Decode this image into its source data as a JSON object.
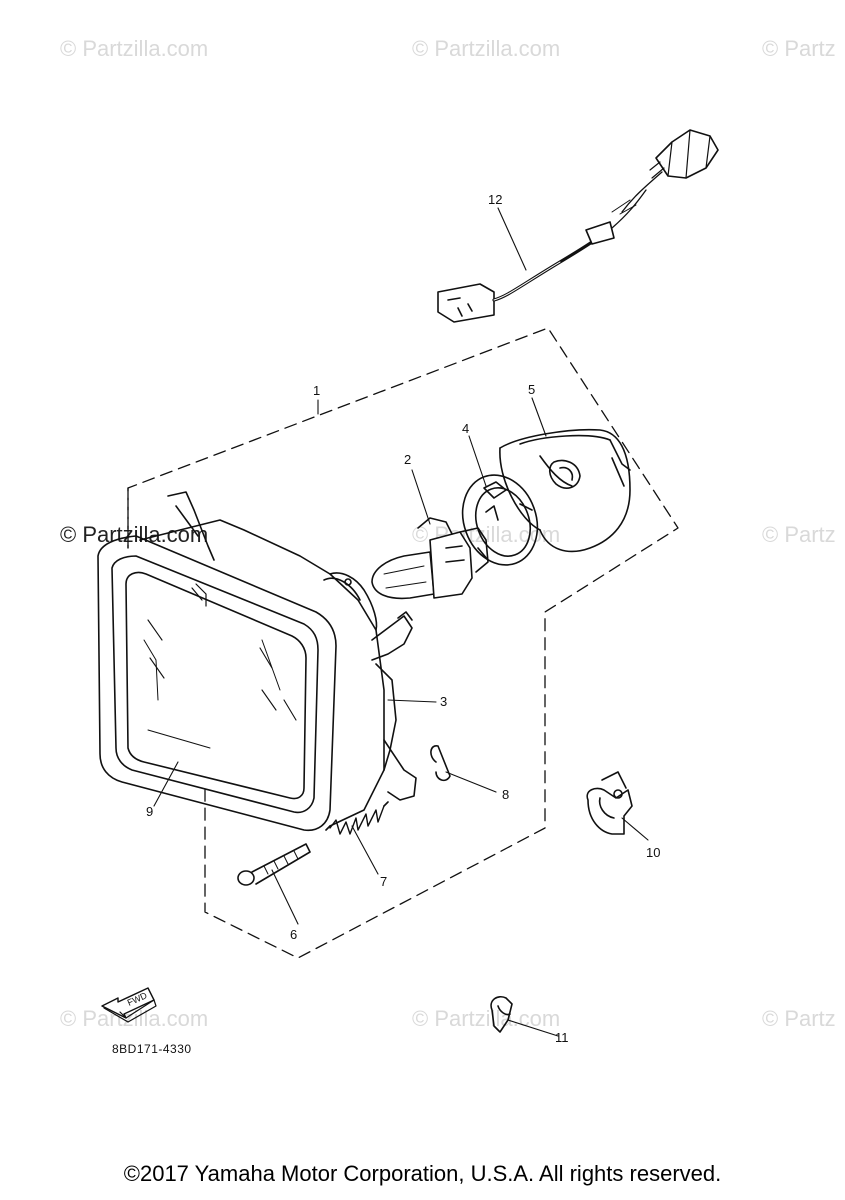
{
  "watermarks": {
    "text": "© Partzilla.com",
    "cut_text": "© Partz"
  },
  "callouts": [
    "1",
    "2",
    "3",
    "4",
    "5",
    "6",
    "7",
    "8",
    "9",
    "10",
    "11",
    "12"
  ],
  "fwd_label": "FWD",
  "part_number": "8BD171-4330",
  "copyright": "©2017 Yamaha Motor Corporation, U.S.A. All rights reserved."
}
